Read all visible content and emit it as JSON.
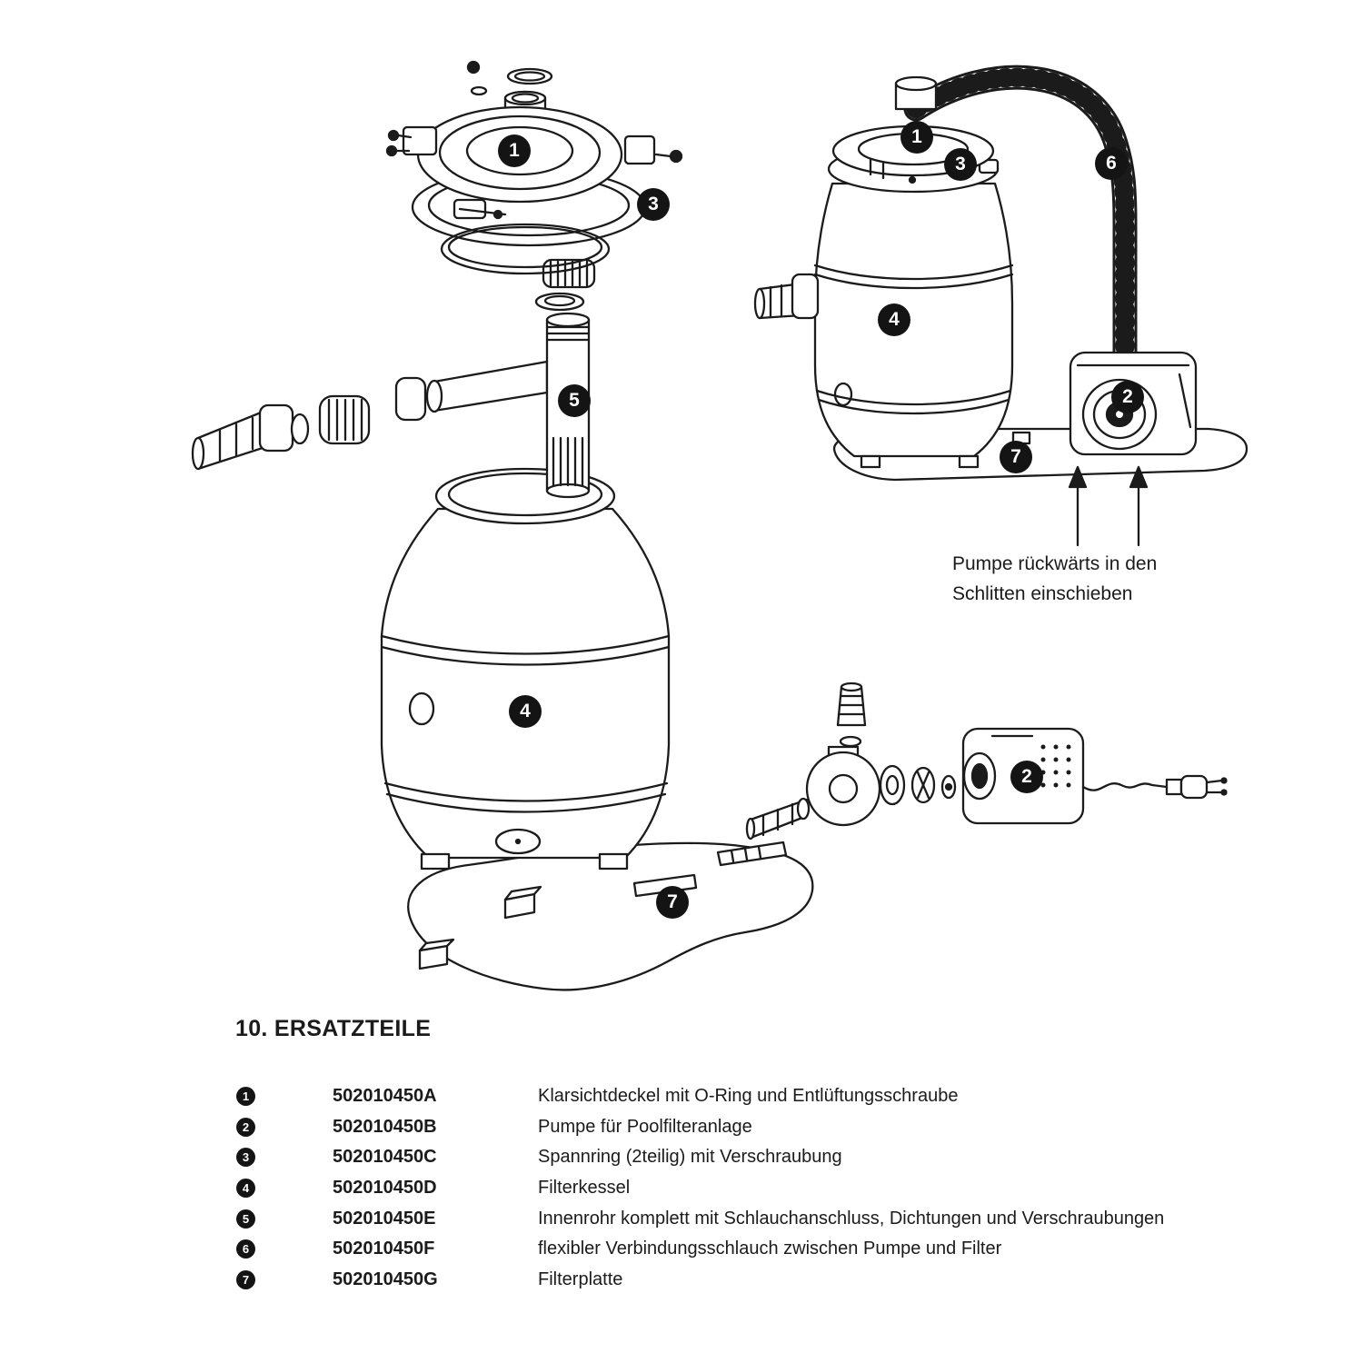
{
  "diagram": {
    "annotation": {
      "line1": "Pumpe rückwärts in den",
      "line2": "Schlitten einschieben"
    },
    "callouts": {
      "exploded": [
        "1",
        "3",
        "5",
        "4",
        "7"
      ],
      "assembled": [
        "1",
        "3",
        "6",
        "4",
        "2",
        "7"
      ],
      "pump_detail": [
        "2"
      ]
    }
  },
  "parts_section": {
    "heading": "10. ERSATZTEILE",
    "rows": [
      {
        "num": "1",
        "part_no": "502010450A",
        "description": "Klarsichtdeckel mit O-Ring und Entlüftungsschraube"
      },
      {
        "num": "2",
        "part_no": "502010450B",
        "description": "Pumpe für Poolfilteranlage"
      },
      {
        "num": "3",
        "part_no": "502010450C",
        "description": "Spannring (2teilig) mit Verschraubung"
      },
      {
        "num": "4",
        "part_no": "502010450D",
        "description": "Filterkessel"
      },
      {
        "num": "5",
        "part_no": "502010450E",
        "description": "Innenrohr komplett mit Schlauchanschluss, Dichtungen und Verschraubungen"
      },
      {
        "num": "6",
        "part_no": "502010450F",
        "description": "flexibler Verbindungsschlauch zwischen Pumpe und Filter"
      },
      {
        "num": "7",
        "part_no": "502010450G",
        "description": "Filterplatte"
      }
    ]
  }
}
